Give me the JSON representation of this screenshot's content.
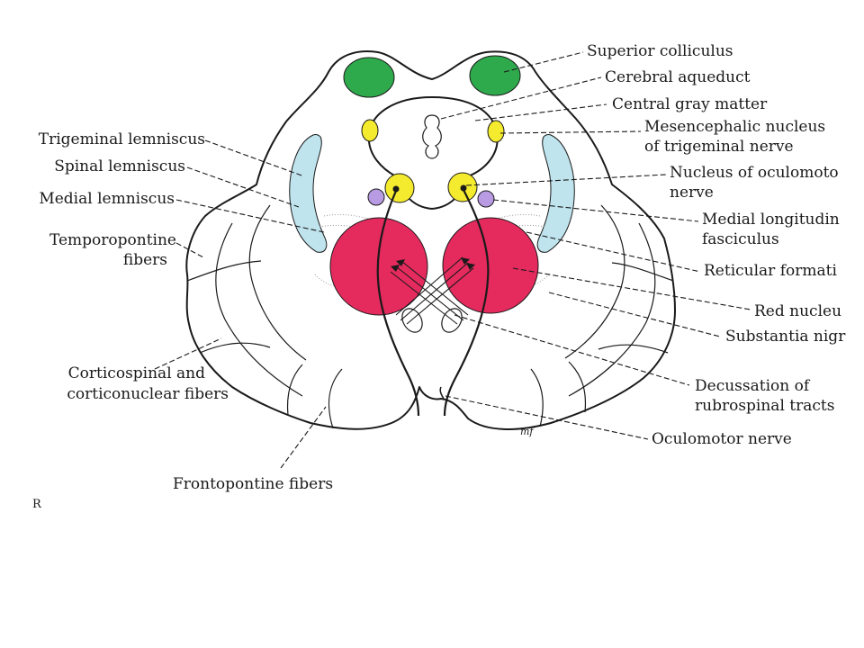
{
  "colors": {
    "superior_colliculus": "#2eaa4c",
    "red_nucleus": "#e52a5e",
    "lemniscus": "#bfe4ee",
    "oculomotor_nucleus": "#f4ea2e",
    "mlf": "#b89be3",
    "outline": "#1a1a1a"
  },
  "labels": {
    "left": {
      "trigeminal_lemniscus": "Trigeminal lemniscus",
      "spinal_lemniscus": "Spinal lemniscus",
      "medial_lemniscus": "Medial lemniscus",
      "temporopontine_1": "Temporopontine",
      "temporopontine_2": "fibers",
      "corticospinal_1": "Corticospinal and",
      "corticospinal_2": "corticonuclear fibers",
      "frontopontine": "Frontopontine fibers"
    },
    "right": {
      "superior_colliculus": "Superior colliculus",
      "cerebral_aqueduct": "Cerebral aqueduct",
      "central_gray_matter": "Central gray matter",
      "mesencephalic_1": "Mesencephalic nucleus",
      "mesencephalic_2": "of trigeminal nerve",
      "oculomotor_nucleus_1": "Nucleus of oculomoto",
      "oculomotor_nucleus_2": "nerve",
      "mlf_1": "Medial longitudin",
      "mlf_2": "fasciculus",
      "reticular_formation": "Reticular formati",
      "red_nucleus": "Red nucleu",
      "substantia_nigra": "Substantia nigr",
      "decussation_1": "Decussation of",
      "decussation_2": "rubrospinal tracts",
      "oculomotor_nerve": "Oculomotor nerve"
    },
    "corner_mark": "R",
    "signature": "mf"
  }
}
